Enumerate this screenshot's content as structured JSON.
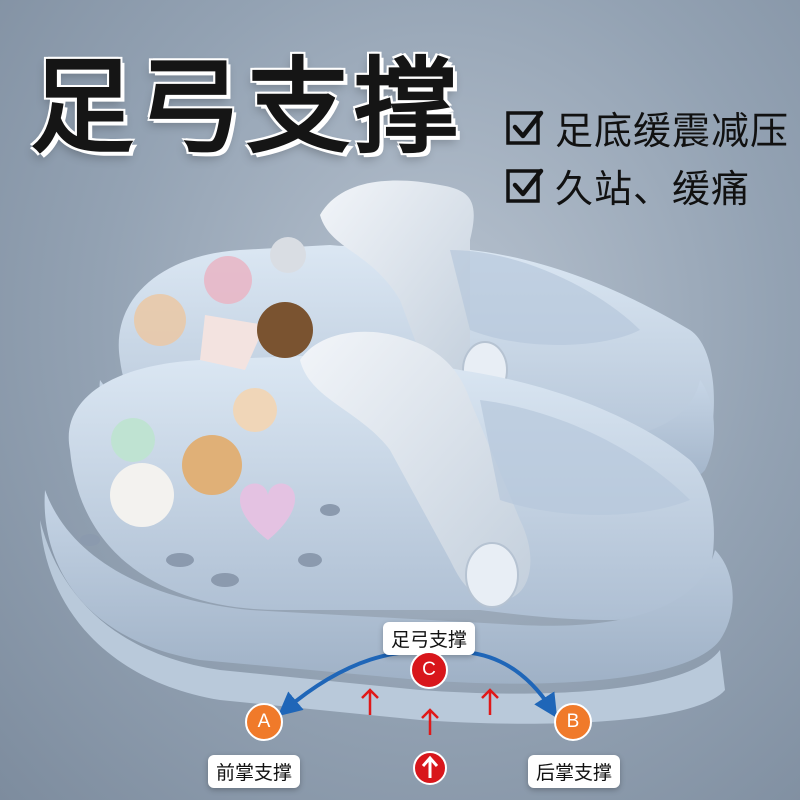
{
  "headline": "足弓支撑",
  "features": [
    {
      "icon": "checkbox-checked-icon",
      "text": "足底缓震减压"
    },
    {
      "icon": "checkbox-checked-icon",
      "text": "久站、缓痛"
    }
  ],
  "diagram": {
    "arch_label": "足弓支撑",
    "front_label": "前掌支撑",
    "rear_label": "后掌支撑",
    "point_a": "A",
    "point_b": "B",
    "point_c": "C"
  },
  "colors": {
    "background": "#93a2b3",
    "clog": "#c9d9ea",
    "badge_orange": "#f07a2a",
    "badge_red": "#d8161b",
    "arrow_blue": "#1f66b8"
  }
}
